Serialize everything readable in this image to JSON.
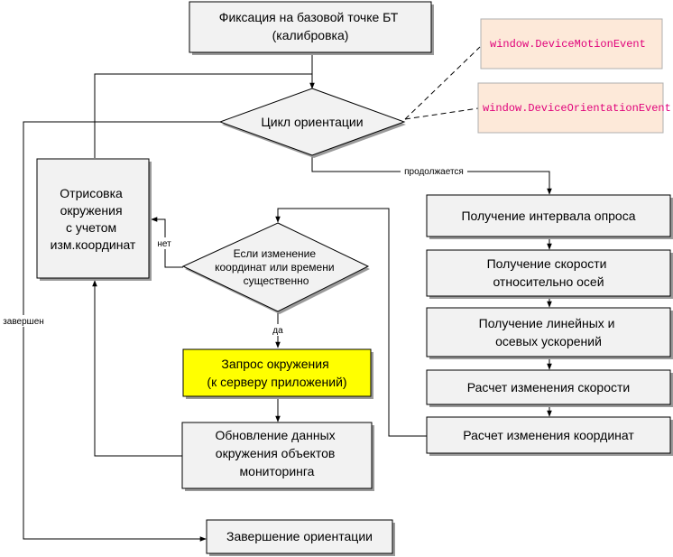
{
  "nodes": {
    "calibration": [
      "Фиксация на базовой точке БТ",
      "(калибровка)"
    ],
    "orientation_loop": [
      "Цикл ориентации"
    ],
    "motion_event": [
      "window.DeviceMotionEvent"
    ],
    "orientation_event": [
      "window.DeviceOrientationEvent"
    ],
    "render_env": [
      "Отрисовка",
      "окружения",
      "с учетом",
      "изм.координат"
    ],
    "poll_interval": [
      "Получение интервала опроса"
    ],
    "axis_speed": [
      "Получение скорости",
      "относительно осей"
    ],
    "accelerations": [
      "Получение линейных и",
      "осевых ускорений"
    ],
    "speed_change": [
      "Расчет изменения скорости"
    ],
    "coord_change": [
      "Расчет изменения координат"
    ],
    "decision": [
      "Если изменение",
      "координат или времени",
      "существенно"
    ],
    "env_request": [
      "Запрос окружения",
      "(к серверу приложений)"
    ],
    "update_data": [
      "Обновление данных",
      "окружения объектов",
      "мониторинга"
    ],
    "end_orientation": [
      "Завершение ориентации"
    ]
  },
  "edge_labels": {
    "continues": "продолжается",
    "no": "нет",
    "yes": "да",
    "finished": "завершен"
  }
}
